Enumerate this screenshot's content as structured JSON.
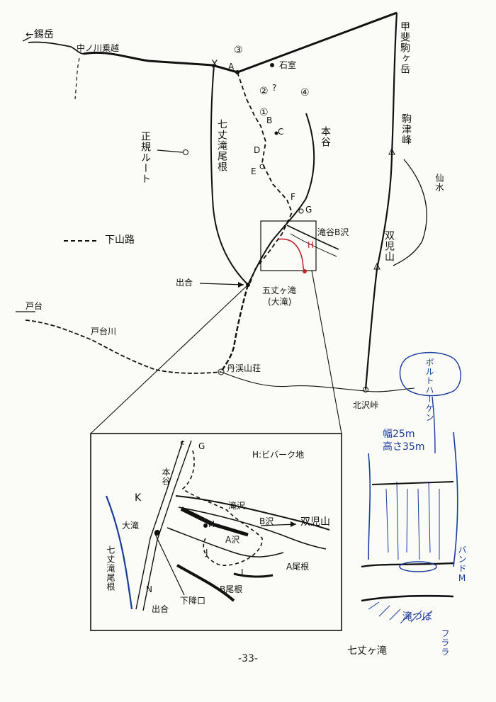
{
  "page_number": "-33-",
  "main_map": {
    "peaks": {
      "kanayama": "←錫岳",
      "nakanogawa_pass": "中ノ川乗越",
      "kaikomagatake": "甲斐駒ヶ岳",
      "komatsu_toge": "駒津峰",
      "futago_yama": "双児山",
      "senjo": "仙水",
      "ishimuro": "石室"
    },
    "routes": {
      "seiki_route": "正規ルート",
      "nanajo_one": "七丈滝尾根",
      "honkoku": "本谷",
      "descent_legend": "下山路",
      "todai": "戸台",
      "todai_river": "戸台川",
      "deai": "出合",
      "daitaki": "五丈ヶ滝",
      "daitaki_sub": "(大滝)",
      "amiyoshi": "丹渓山荘",
      "kitazawa_toge": "北沢峠",
      "takitani_bsawa": "滝谷B沢"
    },
    "points": {
      "A": "A",
      "B": "B",
      "C": "C",
      "D": "D",
      "E": "E",
      "F": "F",
      "G": "G",
      "H": "H",
      "X": "X",
      "c1": "①",
      "c2": "②",
      "c3": "③",
      "c4": "④",
      "q": "?"
    }
  },
  "inset_map": {
    "legend_h": "H:ビバーク地",
    "honkoku": "本谷",
    "daitaki": "大滝",
    "K": "K",
    "N": "N",
    "H": "H",
    "I": "I",
    "J": "J",
    "F": "F",
    "G": "G",
    "a_ridge": "A尾根",
    "b_ridge": "B尾根",
    "a_sawa": "A沢",
    "b_sawa": "B沢",
    "takisawa": "滝沢",
    "futago": "双児山",
    "nanajo": "七丈滝尾根",
    "shimokoguchi": "下降口",
    "deai": "出合",
    "arrow": "→"
  },
  "falls_sketch": {
    "bolt_hanger": "ボルトハーケン",
    "width": "幅25m",
    "height": "高さ35m",
    "band": "バンドM",
    "basin": "滝つぼ",
    "name": "七丈ヶ滝",
    "fura": "フララ"
  },
  "colors": {
    "ink": "#111111",
    "blue_ink": "#1a3b9c",
    "red_ink": "#c0262b"
  }
}
